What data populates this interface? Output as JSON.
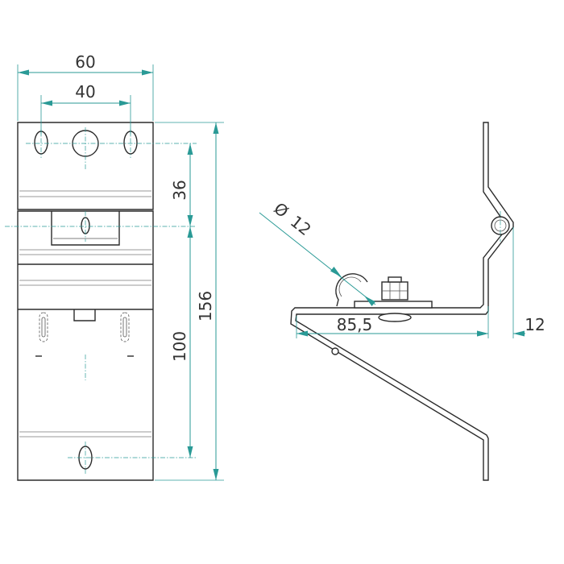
{
  "colors": {
    "outline": "#2b2b2b",
    "dimension": "#2a9a96",
    "text": "#333333"
  },
  "dimensions": {
    "width_overall": "60",
    "hole_spacing": "40",
    "hole_to_pin": "36",
    "height_overall": "156",
    "pin_to_bottom_hole": "100",
    "diameter": "12",
    "diameter_symbol": "Ø",
    "bracket_depth": "85,5",
    "side_offset": "12"
  }
}
